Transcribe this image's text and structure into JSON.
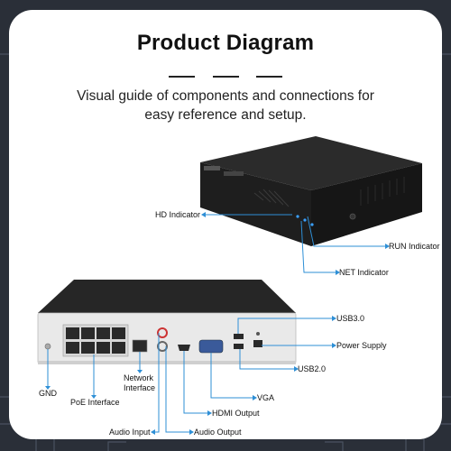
{
  "header": {
    "title": "Product Diagram",
    "subtitle": "Visual guide of components and connections for easy reference and setup."
  },
  "front_labels": {
    "hd_indicator": "HD Indicator",
    "run_indicator": "RUN Indicator",
    "net_indicator": "NET Indicator"
  },
  "rear_labels": {
    "usb30": "USB3.0",
    "power_supply": "Power Supply",
    "usb20": "USB2.0",
    "vga": "VGA",
    "hdmi_output": "HDMI Output",
    "audio_output": "Audio Output",
    "audio_input": "Audio Input",
    "network_interface": "Network Interface",
    "poe_interface": "PoE Interface",
    "gnd": "GND"
  },
  "colors": {
    "callout_line": "#2e8fd6",
    "device_body": "#1c1c1c",
    "background": "#2a2f38"
  }
}
